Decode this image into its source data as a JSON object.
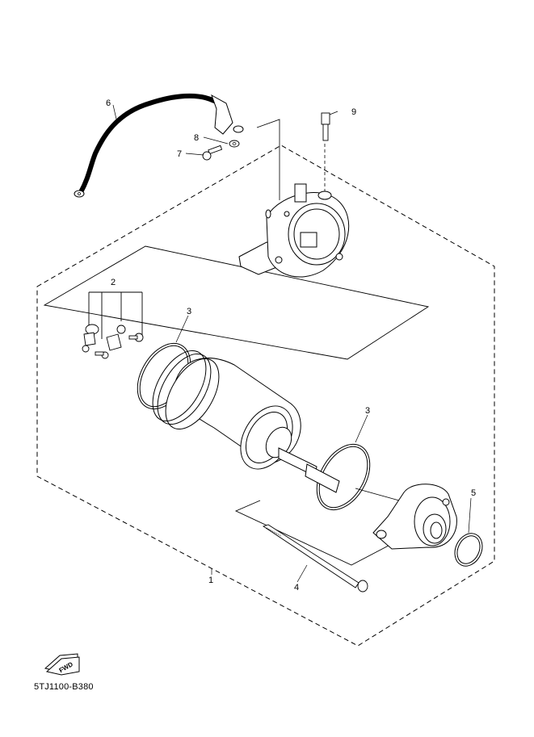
{
  "diagram_code": "5TJ1100-B380",
  "fwd_label": "FWD",
  "callouts": [
    "1",
    "2",
    "3",
    "3",
    "4",
    "5",
    "6",
    "7",
    "8",
    "9"
  ],
  "colors": {
    "line": "#000000",
    "background": "#ffffff"
  }
}
